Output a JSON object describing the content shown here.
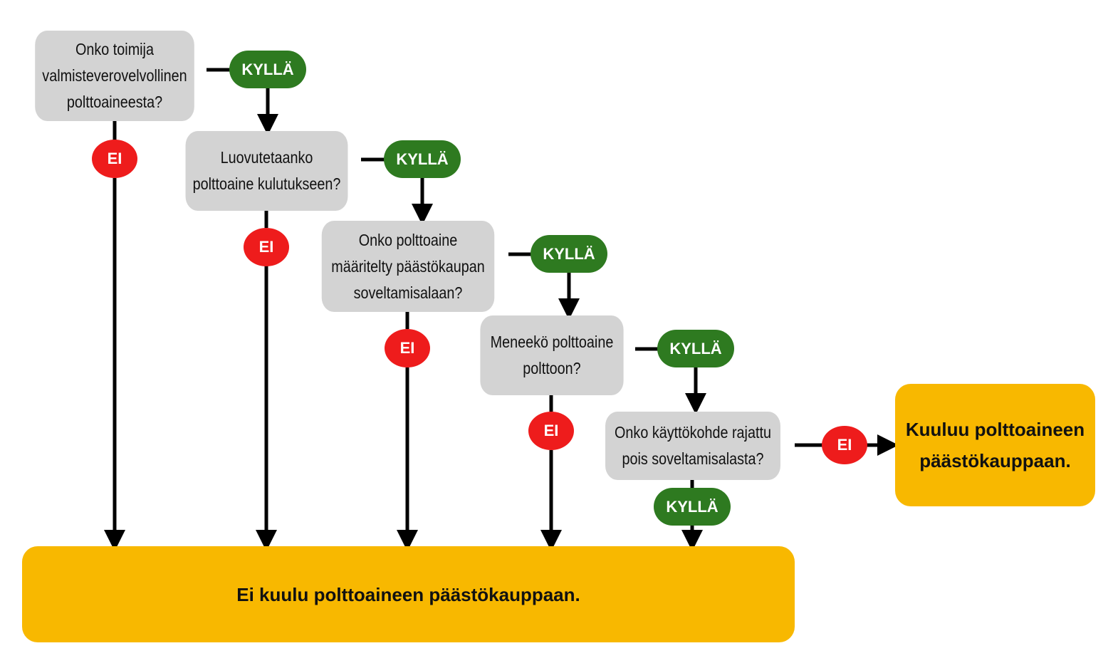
{
  "questions": [
    {
      "text": "Onko toimija\nvalmisteverovelvollinen\npolttoaineesta?"
    },
    {
      "text": "Luovutetaanko\npolttoaine kulutukseen?"
    },
    {
      "text": "Onko polttoaine\nmääritelty päästökaupan\nsoveltamisalaan?"
    },
    {
      "text": "Meneekö polttoaine\npolttoon?"
    },
    {
      "text": "Onko käyttökohde rajattu\npois soveltamisalasta?"
    }
  ],
  "yes_label": "KYLLÄ",
  "no_label": "EI",
  "results": {
    "not_covered": "Ei kuulu polttoaineen päästökauppaan.",
    "covered": "Kuuluu polttoaineen\npäästökauppaan."
  },
  "colors": {
    "question_box": "#d3d3d3",
    "yes_badge": "#2e7a20",
    "no_badge": "#ee1c1c",
    "result_box": "#f8b800",
    "connector": "#000000"
  }
}
